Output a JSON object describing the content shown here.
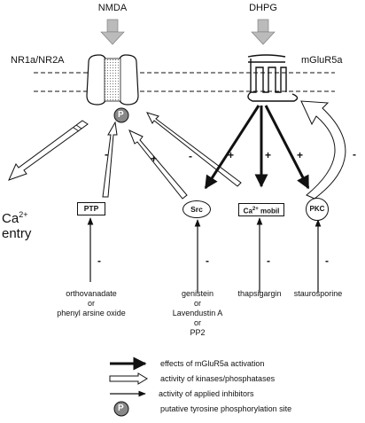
{
  "top": {
    "nmda": "NMDA",
    "dhpg": "DHPG"
  },
  "receptors": {
    "nmda_receptor": "NR1a/NR2A",
    "mglu_receptor": "mGluR5a"
  },
  "phospho_symbol": "P",
  "ca_entry": {
    "ca": "Ca",
    "sup": "2+",
    "entry": "entry"
  },
  "nodes": {
    "ptp": "PTP",
    "src": "Src",
    "ca_mobil_prefix": "Ca",
    "ca_mobil_sup": "2+",
    "ca_mobil_suffix": " mobil",
    "pkc": "PKC"
  },
  "signs": {
    "s1": "-",
    "s2": "+",
    "s3": "-",
    "s4": "+",
    "s5": "+",
    "s6": "+",
    "s7": "-",
    "i1": "-",
    "i2": "-",
    "i3": "-",
    "i4": "-"
  },
  "inhibitors": {
    "ptp_line1": "orthovanadate",
    "ptp_line2": "or",
    "ptp_line3": "phenyl arsine oxide",
    "src_line1": "genistein",
    "src_line2": "or",
    "src_line3": "Lavendustin A",
    "src_line4": "or",
    "src_line5": "PP2",
    "ca_line1": "thapsigargin",
    "pkc_line1": "staurosporine"
  },
  "legend": {
    "item1": "effects of mGluR5a activation",
    "item2": "activity of kinases/phosphatases",
    "item3": "activity of applied inhibitors",
    "item4": "putative tyrosine phosphorylation site"
  }
}
